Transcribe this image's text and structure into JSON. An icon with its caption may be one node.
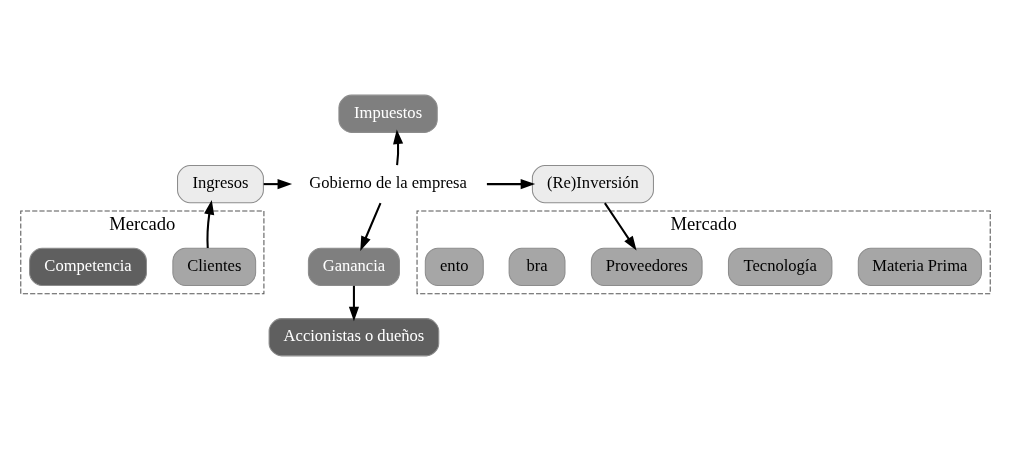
{
  "diagram": {
    "nodes": [
      {
        "text": [
          "Mercado"
        ]
      },
      {
        "text": [
          "Mercado"
        ]
      },
      {
        "text": [
          "Impuestos"
        ]
      },
      {
        "text": [
          "(Re)Inversión"
        ]
      },
      {
        "text": [
          "Gobierno de la empresa"
        ]
      },
      {
        "text": [
          "Ingresos"
        ]
      },
      {
        "text": [
          "Materia Prima"
        ],
        "in": 0
      },
      {
        "text": [
          "Tecnología"
        ],
        "in": 0
      },
      {
        "text": [
          "Proveedores"
        ],
        "in": 0
      },
      {
        "text": [
          "bra"
        ],
        "in": 0
      },
      {
        "text": [
          "ento"
        ],
        "in": 0
      },
      {
        "text": [
          "Ganancia"
        ]
      },
      {
        "text": [
          "Clientes"
        ],
        "in": 1
      },
      {
        "text": [
          "Competencia"
        ],
        "in": 1
      },
      {
        "text": [
          "Accionistas o dueños"
        ]
      }
    ],
    "edges": [
      {
        "from": 4,
        "to": 2,
        "arrow": "to"
      },
      {
        "from": 4,
        "to": 3,
        "arrow": "to"
      },
      {
        "from": 5,
        "to": 4,
        "arrow": "to"
      },
      {
        "from": 4,
        "to": 11,
        "arrow": "to"
      },
      {
        "from": 11,
        "to": 14,
        "arrow": "to"
      },
      {
        "from": 3,
        "to": 8,
        "arrow": "to"
      },
      {
        "from": 12,
        "to": 5,
        "arrow": "to"
      }
    ]
  }
}
